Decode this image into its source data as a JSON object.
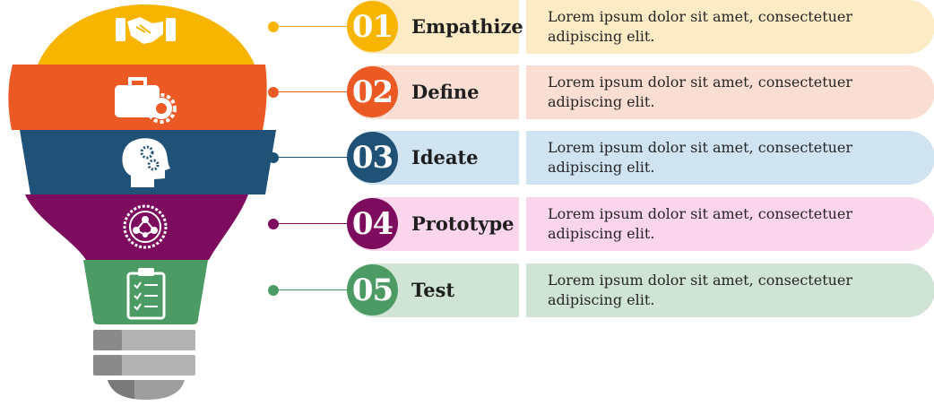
{
  "steps": [
    {
      "number": "01",
      "title": "Empathize",
      "text": "Lorem ipsum dolor sit amet, consectetuer adipiscing elit.",
      "color": "#F7B500",
      "light": "#FDEBC6",
      "icon": "handshake-icon"
    },
    {
      "number": "02",
      "title": "Define",
      "text": "Lorem ipsum dolor sit amet, consectetuer adipiscing elit.",
      "color": "#EB5A25",
      "light": "#FBDED3",
      "icon": "briefcase-gear-icon"
    },
    {
      "number": "03",
      "title": "Ideate",
      "text": "Lorem ipsum dolor sit amet, consectetuer adipiscing elit.",
      "color": "#1F5276",
      "light": "#CFE3F1",
      "icon": "head-gears-icon"
    },
    {
      "number": "04",
      "title": "Prototype",
      "text": "Lorem ipsum dolor sit amet, consectetuer adipiscing elit.",
      "color": "#7D0C5E",
      "light": "#FBD5EB",
      "icon": "network-gear-icon"
    },
    {
      "number": "05",
      "title": "Test",
      "text": "Lorem ipsum dolor sit amet, consectetuer adipiscing elit.",
      "color": "#4C9B65",
      "light": "#CFE4D5",
      "icon": "clipboard-checklist-icon"
    }
  ]
}
